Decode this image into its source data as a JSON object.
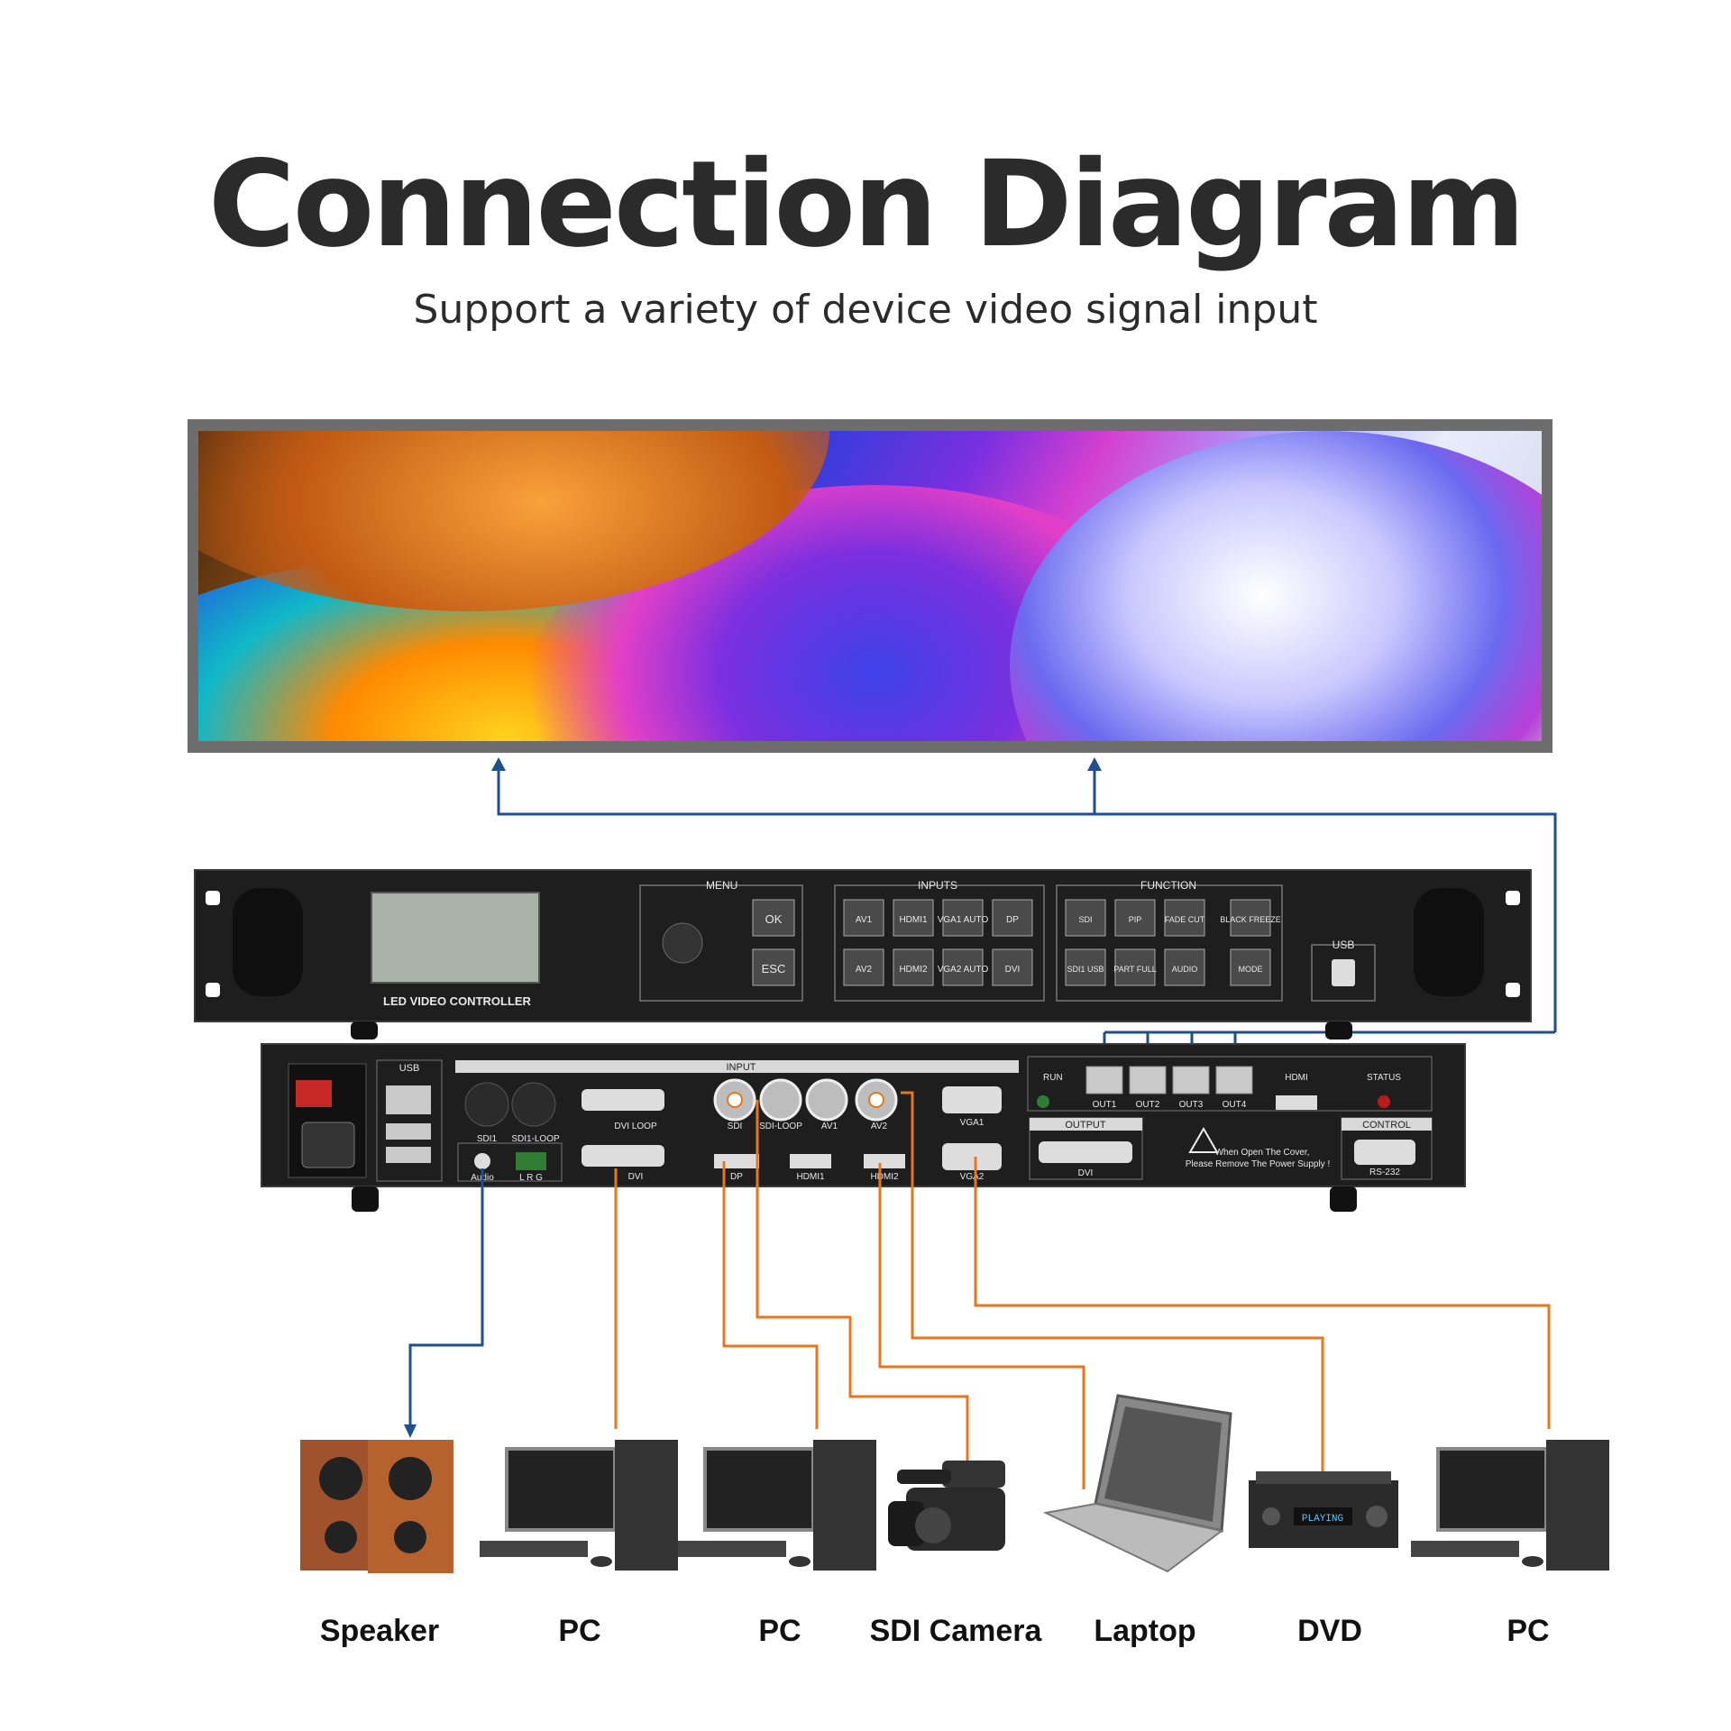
{
  "header": {
    "title": "Connection Diagram",
    "subtitle": "Support a variety of device video signal input"
  },
  "controller": {
    "front_label": "LED VIDEO CONTROLLER",
    "menu_group": "MENU",
    "inputs_group": "INPUTS",
    "function_group": "FUNCTION",
    "usb_label": "USB",
    "menu_buttons": [
      "OK",
      "ESC"
    ],
    "input_buttons": [
      "AV1",
      "HDMI1",
      "VGA1 AUTO",
      "DP",
      "AV2",
      "HDMI2",
      "VGA2 AUTO",
      "DVI"
    ],
    "function_buttons": [
      "SDI",
      "PIP",
      "FADE CUT",
      "BLACK FREEZE",
      "SDI1 USB",
      "PART FULL",
      "AUDIO",
      "MODE"
    ]
  },
  "rear_panel": {
    "usb_label": "USB",
    "input_group": "INPUT",
    "sdi1": "SDI1",
    "sdi1_loop": "SDI1-LOOP",
    "audio": "Audio",
    "lrg": "L R G",
    "dvi_loop": "DVI LOOP",
    "dvi": "DVI",
    "sdi": "SDI",
    "sdi_loop": "SDI-LOOP",
    "av1": "AV1",
    "av2": "AV2",
    "dp": "DP",
    "hdmi1": "HDMI1",
    "hdmi2": "HDMI2",
    "vga1": "VGA1",
    "vga2": "VGA2",
    "run": "RUN",
    "hdmi": "HDMI",
    "status": "STATUS",
    "outputs": [
      "OUT1",
      "OUT2",
      "OUT3",
      "OUT4"
    ],
    "output_group": "OUTPUT",
    "output_dvi": "DVI",
    "warning_line1": "When Open The Cover,",
    "warning_line2": "Please Remove The Power Supply !",
    "control_group": "CONTROL",
    "rs232": "RS-232"
  },
  "devices": [
    {
      "label": "Speaker"
    },
    {
      "label": "PC"
    },
    {
      "label": "PC"
    },
    {
      "label": "SDI Camera"
    },
    {
      "label": "Laptop"
    },
    {
      "label": "DVD"
    },
    {
      "label": "PC"
    }
  ],
  "dvd_display": "PLAYING",
  "colors": {
    "title": "#2b2b2b",
    "blue_line": "#1f4f8f",
    "orange_line": "#e8761e",
    "panel": "#1e1e1e",
    "screen_frame": "#6d6d6d"
  },
  "icons": {
    "arrow": "arrow-up-icon",
    "speaker": "speaker-icon",
    "pc": "desktop-pc-icon",
    "camera": "video-camera-icon",
    "laptop": "laptop-icon",
    "dvd": "dvd-player-icon"
  }
}
